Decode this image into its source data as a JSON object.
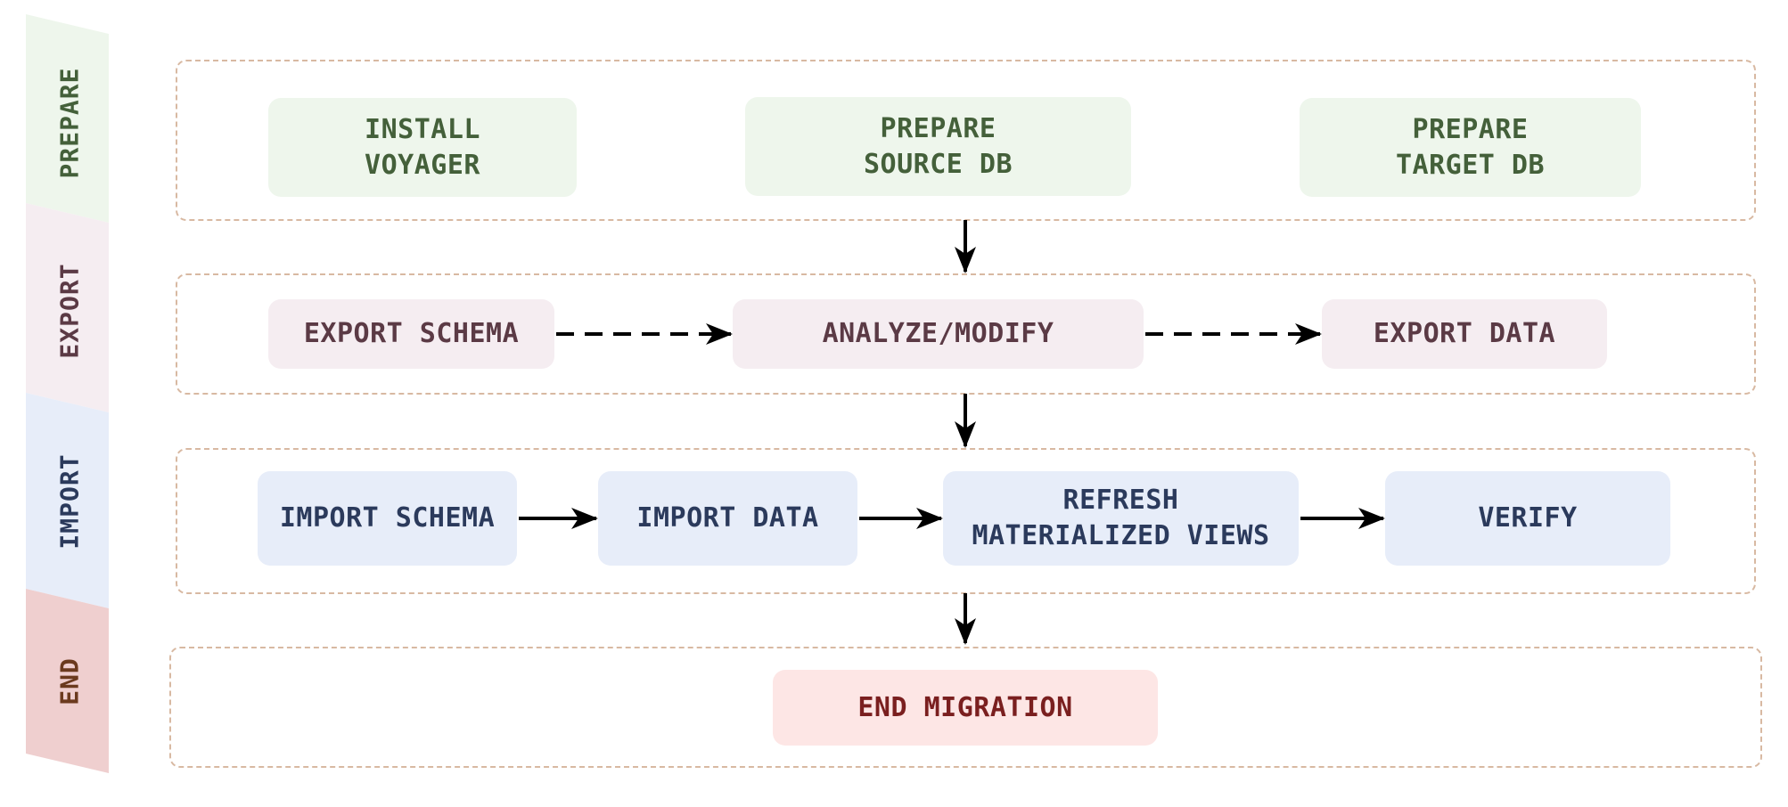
{
  "stages": [
    {
      "label": "PREPARE",
      "band_color": "#eef6ec",
      "text_color": "#44603a"
    },
    {
      "label": "EXPORT",
      "band_color": "#f5edf1",
      "text_color": "#5b3a45"
    },
    {
      "label": "IMPORT",
      "band_color": "#e7edf9",
      "text_color": "#2b3a5c"
    },
    {
      "label": "END",
      "band_color": "#efcfcf",
      "text_color": "#6b3a1e"
    }
  ],
  "nodes": {
    "install_voyager": "INSTALL\nVOYAGER",
    "prepare_source_db": "PREPARE\nSOURCE DB",
    "prepare_target_db": "PREPARE\nTARGET DB",
    "export_schema": "EXPORT SCHEMA",
    "analyze_modify": "ANALYZE/MODIFY",
    "export_data": "EXPORT DATA",
    "import_schema": "IMPORT SCHEMA",
    "import_data": "IMPORT DATA",
    "refresh_materialized_views": "REFRESH\nMATERIALIZED VIEWS",
    "verify": "VERIFY",
    "end_migration": "END MIGRATION"
  },
  "colors": {
    "prepare_fill": "#eef6ec",
    "prepare_text": "#44603a",
    "export_fill": "#f5edf1",
    "export_text": "#5b3a45",
    "import_fill": "#e7edf9",
    "import_text": "#2b3a5c",
    "end_fill": "#fde6e5",
    "end_text": "#7a1f1f",
    "section_border": "#d8b9a2"
  }
}
